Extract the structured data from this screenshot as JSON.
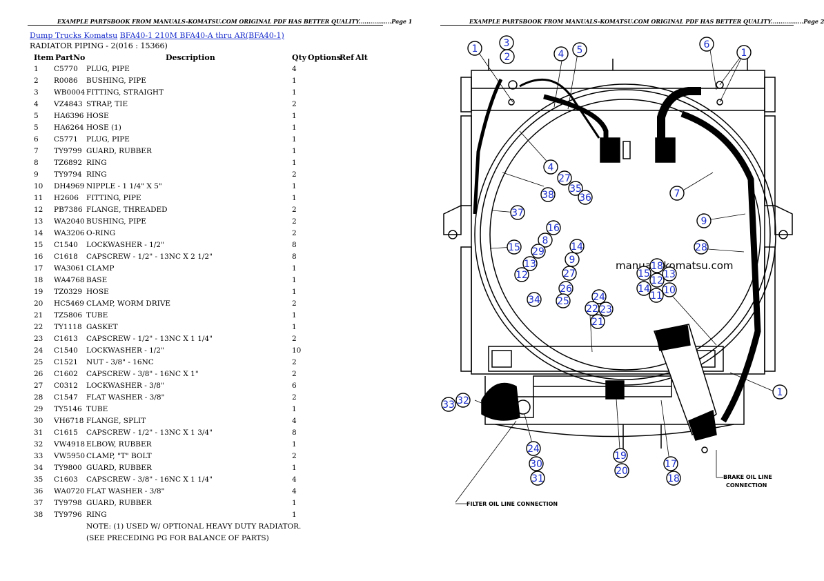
{
  "header": {
    "page1": "EXAMPLE PARTSBOOK FROM MANUALS-KOMATSU.COM ORIGINAL PDF HAS BETTER QUALITY.................Page 1",
    "page2": "EXAMPLE PARTSBOOK FROM MANUALS-KOMATSU.COM ORIGINAL PDF HAS BETTER QUALITY.................Page 2"
  },
  "breadcrumb": {
    "link1": "Dump Trucks Komatsu",
    "link2": "BFA40-1 210M BFA40-A thru AR(BFA40-1)"
  },
  "subtitle": "RADIATOR PIPING - 2(016 : 15366)",
  "table": {
    "headers": {
      "item": "Item",
      "partno": "PartNo",
      "description": "Description",
      "qty": "Qty",
      "options": "Options",
      "ref": "Ref",
      "alt": "Alt"
    },
    "rows": [
      {
        "item": "1",
        "part": "C5770",
        "desc": "PLUG, PIPE",
        "qty": "4"
      },
      {
        "item": "2",
        "part": "R0086",
        "desc": "BUSHING, PIPE",
        "qty": "1"
      },
      {
        "item": "3",
        "part": "WB0004",
        "desc": "FITTING, STRAIGHT",
        "qty": "1"
      },
      {
        "item": "4",
        "part": "VZ4843",
        "desc": "STRAP, TIE",
        "qty": "2"
      },
      {
        "item": "5",
        "part": "HA6396",
        "desc": "HOSE",
        "qty": "1"
      },
      {
        "item": "5",
        "part": "HA6264",
        "desc": "HOSE (1)",
        "qty": "1"
      },
      {
        "item": "6",
        "part": "C5771",
        "desc": "PLUG, PIPE",
        "qty": "1"
      },
      {
        "item": "7",
        "part": "TY9799",
        "desc": "GUARD, RUBBER",
        "qty": "1"
      },
      {
        "item": "8",
        "part": "TZ6892",
        "desc": "RING",
        "qty": "1"
      },
      {
        "item": "9",
        "part": "TY9794",
        "desc": "RING",
        "qty": "2"
      },
      {
        "item": "10",
        "part": "DH4969",
        "desc": "NIPPLE - 1 1/4\" X 5\"",
        "qty": "1"
      },
      {
        "item": "11",
        "part": "H2606",
        "desc": "FITTING, PIPE",
        "qty": "1"
      },
      {
        "item": "12",
        "part": "PB7386",
        "desc": "FLANGE, THREADED",
        "qty": "2"
      },
      {
        "item": "13",
        "part": "WA2040",
        "desc": "BUSHING, PIPE",
        "qty": "2"
      },
      {
        "item": "14",
        "part": "WA3206",
        "desc": "O-RING",
        "qty": "2"
      },
      {
        "item": "15",
        "part": "C1540",
        "desc": "LOCKWASHER - 1/2\"",
        "qty": "8"
      },
      {
        "item": "16",
        "part": "C1618",
        "desc": "CAPSCREW - 1/2\" - 13NC X 2 1/2\"",
        "qty": "8"
      },
      {
        "item": "17",
        "part": "WA3061",
        "desc": "CLAMP",
        "qty": "1"
      },
      {
        "item": "18",
        "part": "WA4768",
        "desc": "BASE",
        "qty": "1"
      },
      {
        "item": "19",
        "part": "TZ0329",
        "desc": "HOSE",
        "qty": "1"
      },
      {
        "item": "20",
        "part": "HC5469",
        "desc": "CLAMP, WORM DRIVE",
        "qty": "2"
      },
      {
        "item": "21",
        "part": "TZ5806",
        "desc": "TUBE",
        "qty": "1"
      },
      {
        "item": "22",
        "part": "TY1118",
        "desc": "GASKET",
        "qty": "1"
      },
      {
        "item": "23",
        "part": "C1613",
        "desc": "CAPSCREW - 1/2\" - 13NC X 1 1/4\"",
        "qty": "2"
      },
      {
        "item": "24",
        "part": "C1540",
        "desc": "LOCKWASHER - 1/2\"",
        "qty": "10"
      },
      {
        "item": "25",
        "part": "C1521",
        "desc": "NUT - 3/8\" - 16NC",
        "qty": "2"
      },
      {
        "item": "26",
        "part": "C1602",
        "desc": "CAPSCREW - 3/8\" - 16NC X 1\"",
        "qty": "2"
      },
      {
        "item": "27",
        "part": "C0312",
        "desc": "LOCKWASHER - 3/8\"",
        "qty": "6"
      },
      {
        "item": "28",
        "part": "C1547",
        "desc": "FLAT WASHER - 3/8\"",
        "qty": "2"
      },
      {
        "item": "29",
        "part": "TY5146",
        "desc": "TUBE",
        "qty": "1"
      },
      {
        "item": "30",
        "part": "VH6718",
        "desc": "FLANGE, SPLIT",
        "qty": "4"
      },
      {
        "item": "31",
        "part": "C1615",
        "desc": "CAPSCREW - 1/2\" - 13NC X 1 3/4\"",
        "qty": "8"
      },
      {
        "item": "32",
        "part": "VW4918",
        "desc": "ELBOW, RUBBER",
        "qty": "1"
      },
      {
        "item": "33",
        "part": "VW5950",
        "desc": "CLAMP, \"T\" BOLT",
        "qty": "2"
      },
      {
        "item": "34",
        "part": "TY9800",
        "desc": "GUARD, RUBBER",
        "qty": "1"
      },
      {
        "item": "35",
        "part": "C1603",
        "desc": "CAPSCREW - 3/8\" - 16NC X 1 1/4\"",
        "qty": "4"
      },
      {
        "item": "36",
        "part": "WA0720",
        "desc": "FLAT WASHER - 3/8\"",
        "qty": "4"
      },
      {
        "item": "37",
        "part": "TY9798",
        "desc": "GUARD, RUBBER",
        "qty": "1"
      },
      {
        "item": "38",
        "part": "TY9796",
        "desc": "RING",
        "qty": "1"
      }
    ],
    "notes": [
      "NOTE: (1) USED W/ OPTIONAL HEAVY DUTY RADIATOR.",
      "(SEE PRECEDING PG FOR BALANCE OF PARTS)"
    ]
  },
  "diagram": {
    "watermark": "manuals-komatsu.com",
    "brake_label_1": "BRAKE OIL LINE",
    "brake_label_2": "CONNECTION",
    "filter_label": "FILTER OIL LINE CONNECTION",
    "callouts": [
      "1",
      "3",
      "2",
      "4",
      "5",
      "6",
      "1",
      "4",
      "27",
      "35",
      "36",
      "38",
      "7",
      "37",
      "16",
      "8",
      "9",
      "15",
      "14",
      "29",
      "28",
      "9",
      "13",
      "12",
      "27",
      "26",
      "34",
      "25",
      "24",
      "22",
      "23",
      "21",
      "18",
      "15",
      "13",
      "12",
      "14",
      "10",
      "11",
      "1",
      "32",
      "33",
      "24",
      "30",
      "31",
      "19",
      "20",
      "17",
      "18"
    ]
  }
}
